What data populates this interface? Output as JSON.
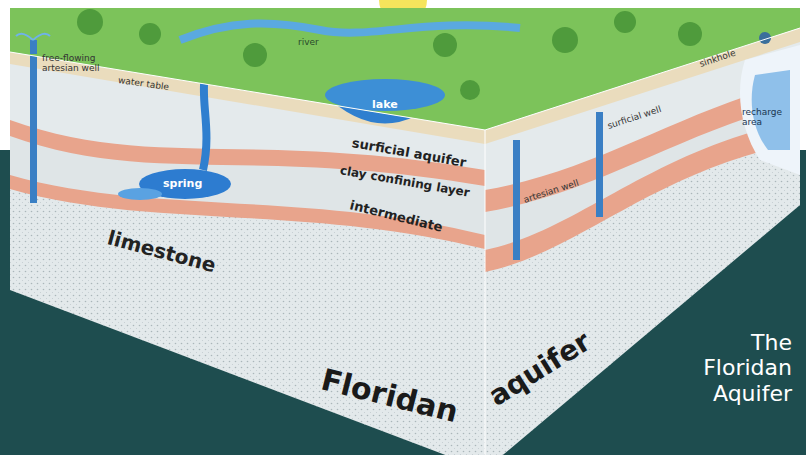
{
  "diagram": {
    "title": "The Floridan Aquifer",
    "labels": [
      "free-flowing artesian well",
      "water table",
      "river",
      "lake",
      "spring",
      "surficial aquifer",
      "clay confining layer",
      "intermediate",
      "limestone",
      "Floridan",
      "aquifer",
      "artesian well",
      "surficial well",
      "sinkhole",
      "recharge area"
    ]
  }
}
